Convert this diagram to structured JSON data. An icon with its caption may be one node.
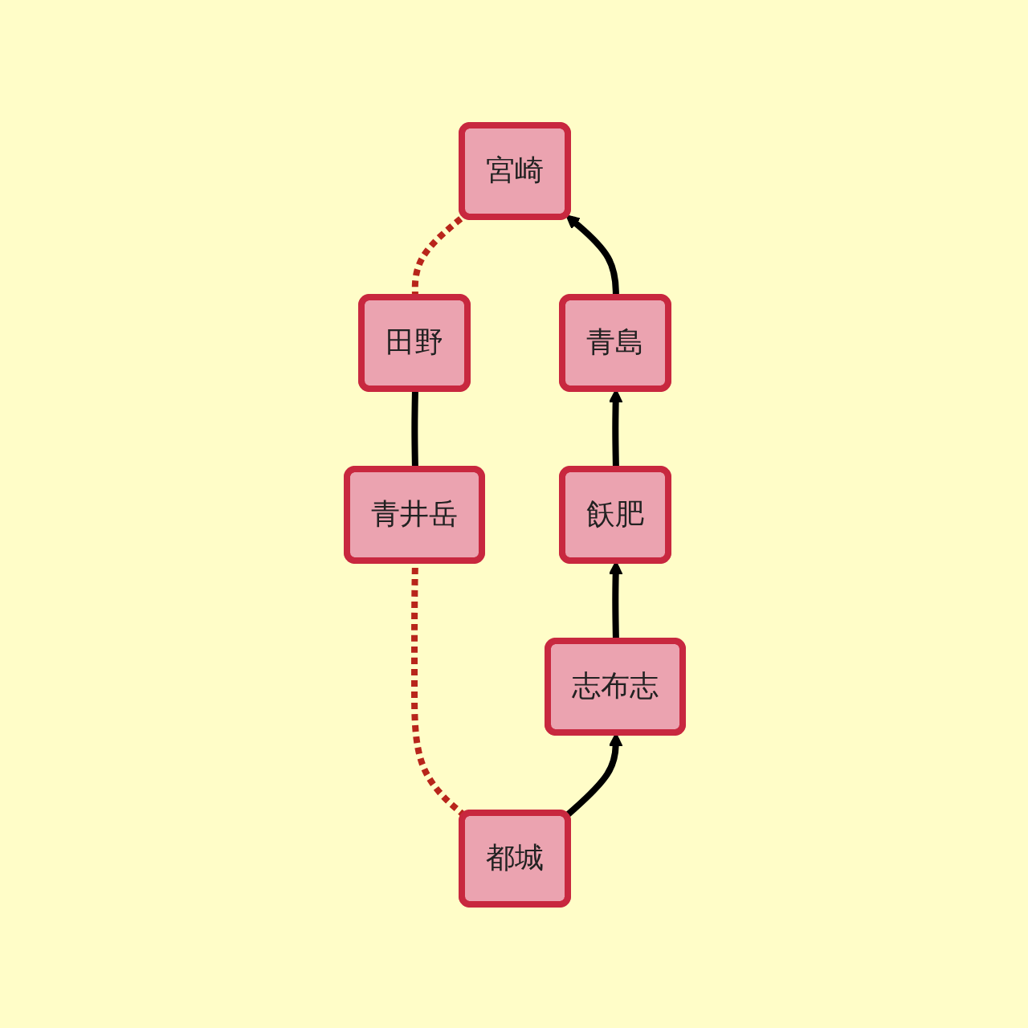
{
  "diagram": {
    "nodes": [
      {
        "text": [
          "都城"
        ]
      },
      {
        "text": [
          "青井岳"
        ]
      },
      {
        "text": [
          "田野"
        ]
      },
      {
        "text": [
          "宮崎"
        ]
      },
      {
        "text": [
          "青島"
        ]
      },
      {
        "text": [
          "飫肥"
        ]
      },
      {
        "text": [
          "志布志"
        ]
      }
    ],
    "edges": [
      {
        "from": 0,
        "to": 1,
        "arrow": "none",
        "style": "dashed",
        "color": "#b8251b"
      },
      {
        "from": 1,
        "to": 2,
        "arrow": "none"
      },
      {
        "from": 2,
        "to": 3,
        "arrow": "none",
        "style": "dashed",
        "color": "#b8251b"
      },
      {
        "from": 0,
        "to": 6,
        "arrow": "to"
      },
      {
        "from": 6,
        "to": 5,
        "arrow": "to"
      },
      {
        "from": 5,
        "to": 4,
        "arrow": "to"
      },
      {
        "from": 4,
        "to": 3,
        "arrow": "to"
      }
    ]
  }
}
